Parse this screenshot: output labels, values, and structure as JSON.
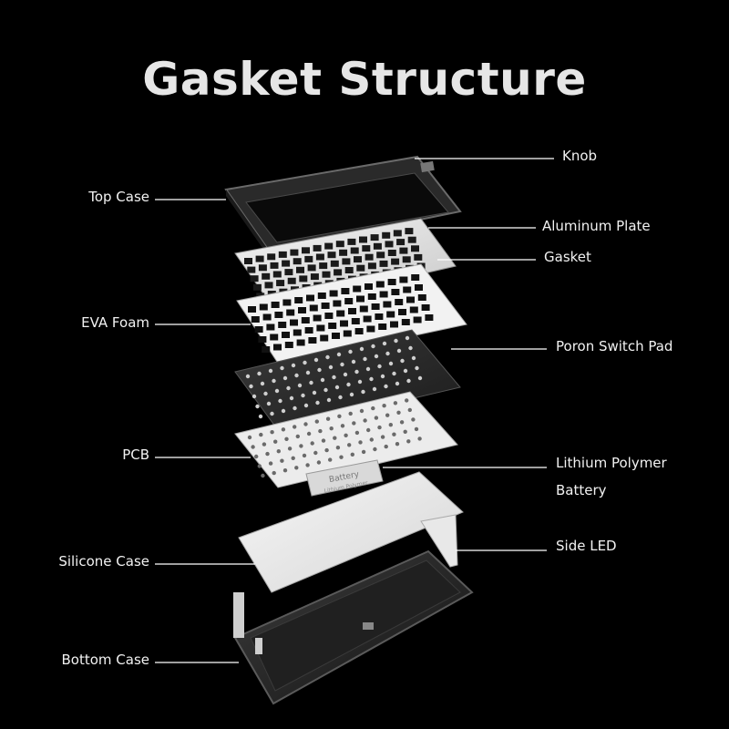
{
  "title": "Gasket Structure",
  "labels": {
    "top_case": "Top Case",
    "eva_foam": "EVA Foam",
    "pcb": "PCB",
    "silicone_case": "Silicone Case",
    "bottom_case": "Bottom Case",
    "knob": "Knob",
    "aluminum_plate": "Aluminum Plate",
    "gasket": "Gasket",
    "poron_switch_pad": "Poron Switch Pad",
    "lithium_polymer_line1": "Lithium Polymer",
    "lithium_polymer_line2": "Battery",
    "side_led": "Side LED"
  },
  "battery": {
    "line1": "Battery",
    "line2": "Lithium Polymer"
  },
  "colors": {
    "background": "#000000",
    "text": "#f2f2f2",
    "leader_line": "#ffffff"
  }
}
